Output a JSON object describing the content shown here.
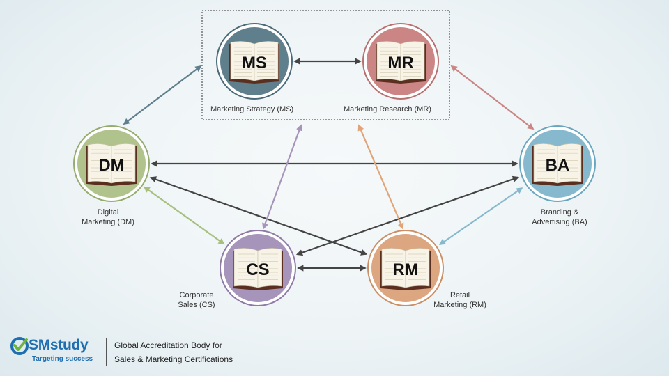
{
  "nodes": [
    {
      "id": "MS",
      "abbr": "MS",
      "label": "Marketing Strategy (MS)",
      "lines": [
        "Marketing Strategy (MS)"
      ],
      "color": "#5f7f8c",
      "ring": "#4a6a78"
    },
    {
      "id": "MR",
      "abbr": "MR",
      "label": "Marketing Research (MR)",
      "lines": [
        "Marketing Research (MR)"
      ],
      "color": "#cc8585",
      "ring": "#b86f70"
    },
    {
      "id": "DM",
      "abbr": "DM",
      "label": "Digital Marketing (DM)",
      "lines": [
        "Digital",
        "Marketing (DM)"
      ],
      "color": "#b0c38d",
      "ring": "#95ab70"
    },
    {
      "id": "BA",
      "abbr": "BA",
      "label": "Branding & Advertising (BA)",
      "lines": [
        "Branding &",
        "Advertising (BA)"
      ],
      "color": "#86b9ce",
      "ring": "#6aa6bf"
    },
    {
      "id": "CS",
      "abbr": "CS",
      "label": "Corporate Sales (CS)",
      "lines": [
        "Corporate",
        "Sales (CS)"
      ],
      "color": "#a794bb",
      "ring": "#8f7aa6"
    },
    {
      "id": "RM",
      "abbr": "RM",
      "label": "Retail Marketing (RM)",
      "lines": [
        "Retail",
        "Marketing (RM)"
      ],
      "color": "#dca680",
      "ring": "#cb8f66"
    }
  ],
  "links": [
    {
      "from": "MS",
      "to": "MR",
      "color": "#444444"
    },
    {
      "from": "DM",
      "to": "BA",
      "color": "#444444"
    },
    {
      "from": "CS",
      "to": "RM",
      "color": "#444444"
    },
    {
      "from": "DM",
      "to": "RM",
      "color": "#444444"
    },
    {
      "from": "BA",
      "to": "CS",
      "color": "#444444"
    },
    {
      "from": "MS",
      "to": "DM",
      "color": "#5f7f8c"
    },
    {
      "from": "MR",
      "to": "BA",
      "color": "#cc8585"
    },
    {
      "from": "DM",
      "to": "CS",
      "color": "#a8bf80"
    },
    {
      "from": "BA",
      "to": "RM",
      "color": "#86b9ce"
    },
    {
      "from": "MS",
      "to": "CS",
      "color": "#a794bb"
    },
    {
      "from": "MR",
      "to": "RM",
      "color": "#e0a478"
    }
  ],
  "colors": {
    "arrow_dark": "#444444",
    "brand_blue": "#1e6fb0",
    "brand_green": "#6cb33f"
  },
  "footer": {
    "brand_prefix": "SM",
    "brand_name": "study",
    "tagline": "Targeting success",
    "line1": "Global Accreditation Body for",
    "line2": "Sales & Marketing Certifications",
    "logo_icon": "check-ring-icon"
  }
}
